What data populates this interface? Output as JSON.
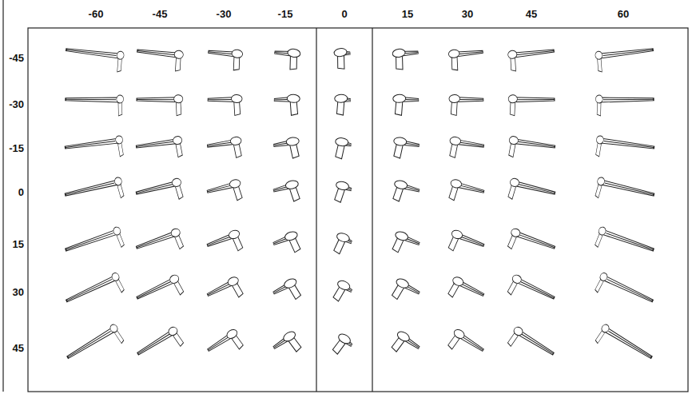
{
  "diagram": {
    "labels": [
      "-60",
      "-45",
      "-30",
      "-15",
      "0",
      "15",
      "30",
      "45",
      "60",
      "-45",
      "-30",
      "-15",
      "0",
      "15",
      "30",
      "45"
    ]
  }
}
